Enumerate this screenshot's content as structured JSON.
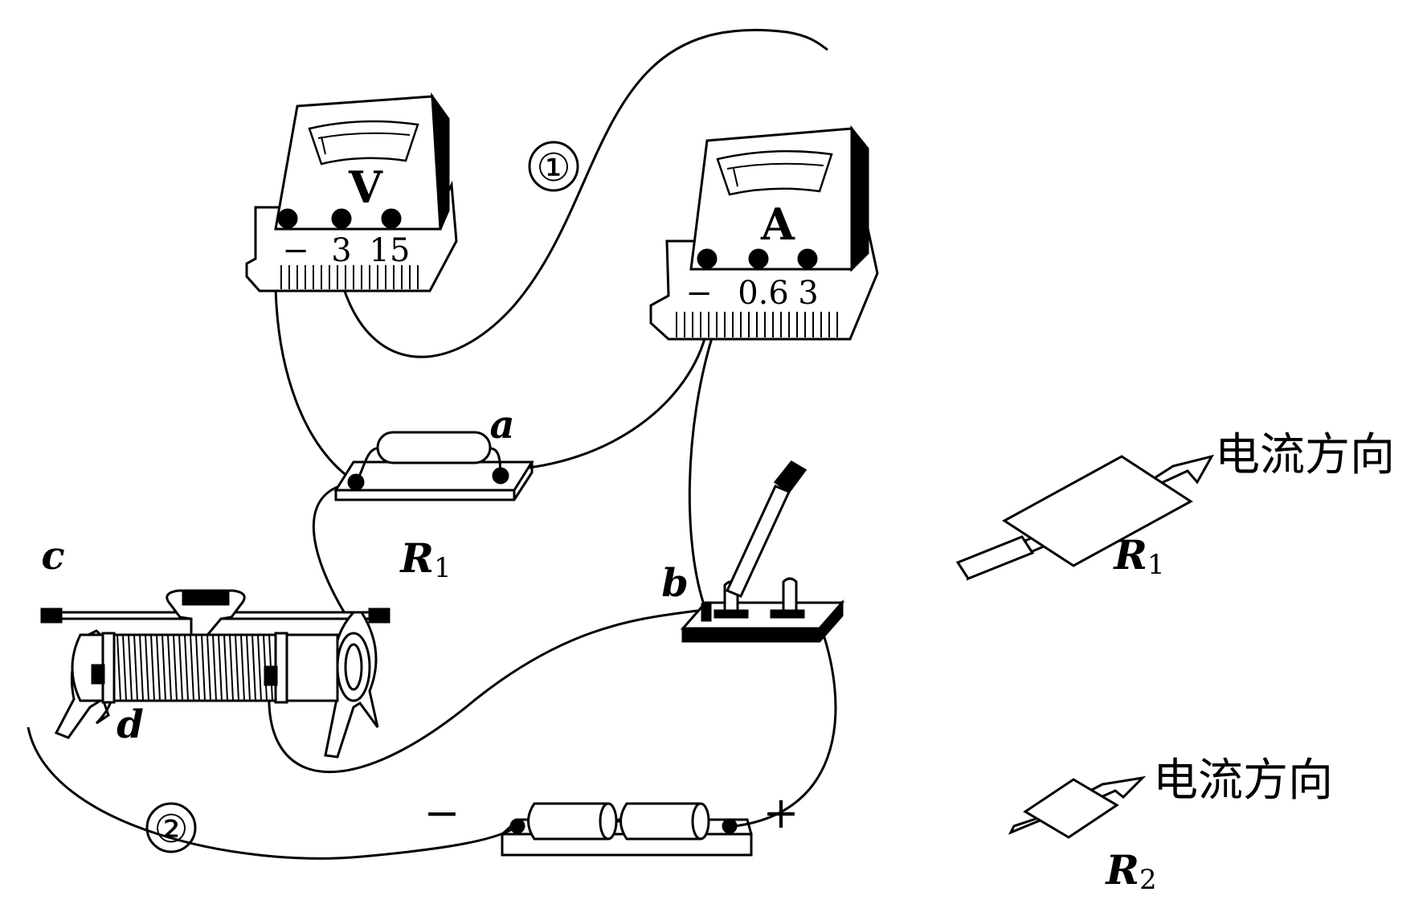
{
  "voltmeter": {
    "symbol": "V",
    "terminals": [
      "−",
      "3",
      "15"
    ]
  },
  "ammeter": {
    "symbol": "A",
    "terminals": [
      "−",
      "0.6",
      "3"
    ]
  },
  "points": {
    "a": "a",
    "b": "b",
    "c": "c",
    "d": "d"
  },
  "wires": {
    "wire1": "①",
    "wire2": "②"
  },
  "resistor": {
    "main": "R",
    "main_sub": "1"
  },
  "battery": {
    "minus": "−",
    "plus": "+"
  },
  "samples": [
    {
      "label": "R",
      "sub": "1",
      "caption": "电流方向"
    },
    {
      "label": "R",
      "sub": "2",
      "caption": "电流方向"
    }
  ],
  "colors": {
    "ink": "#000000",
    "paper": "#ffffff"
  }
}
